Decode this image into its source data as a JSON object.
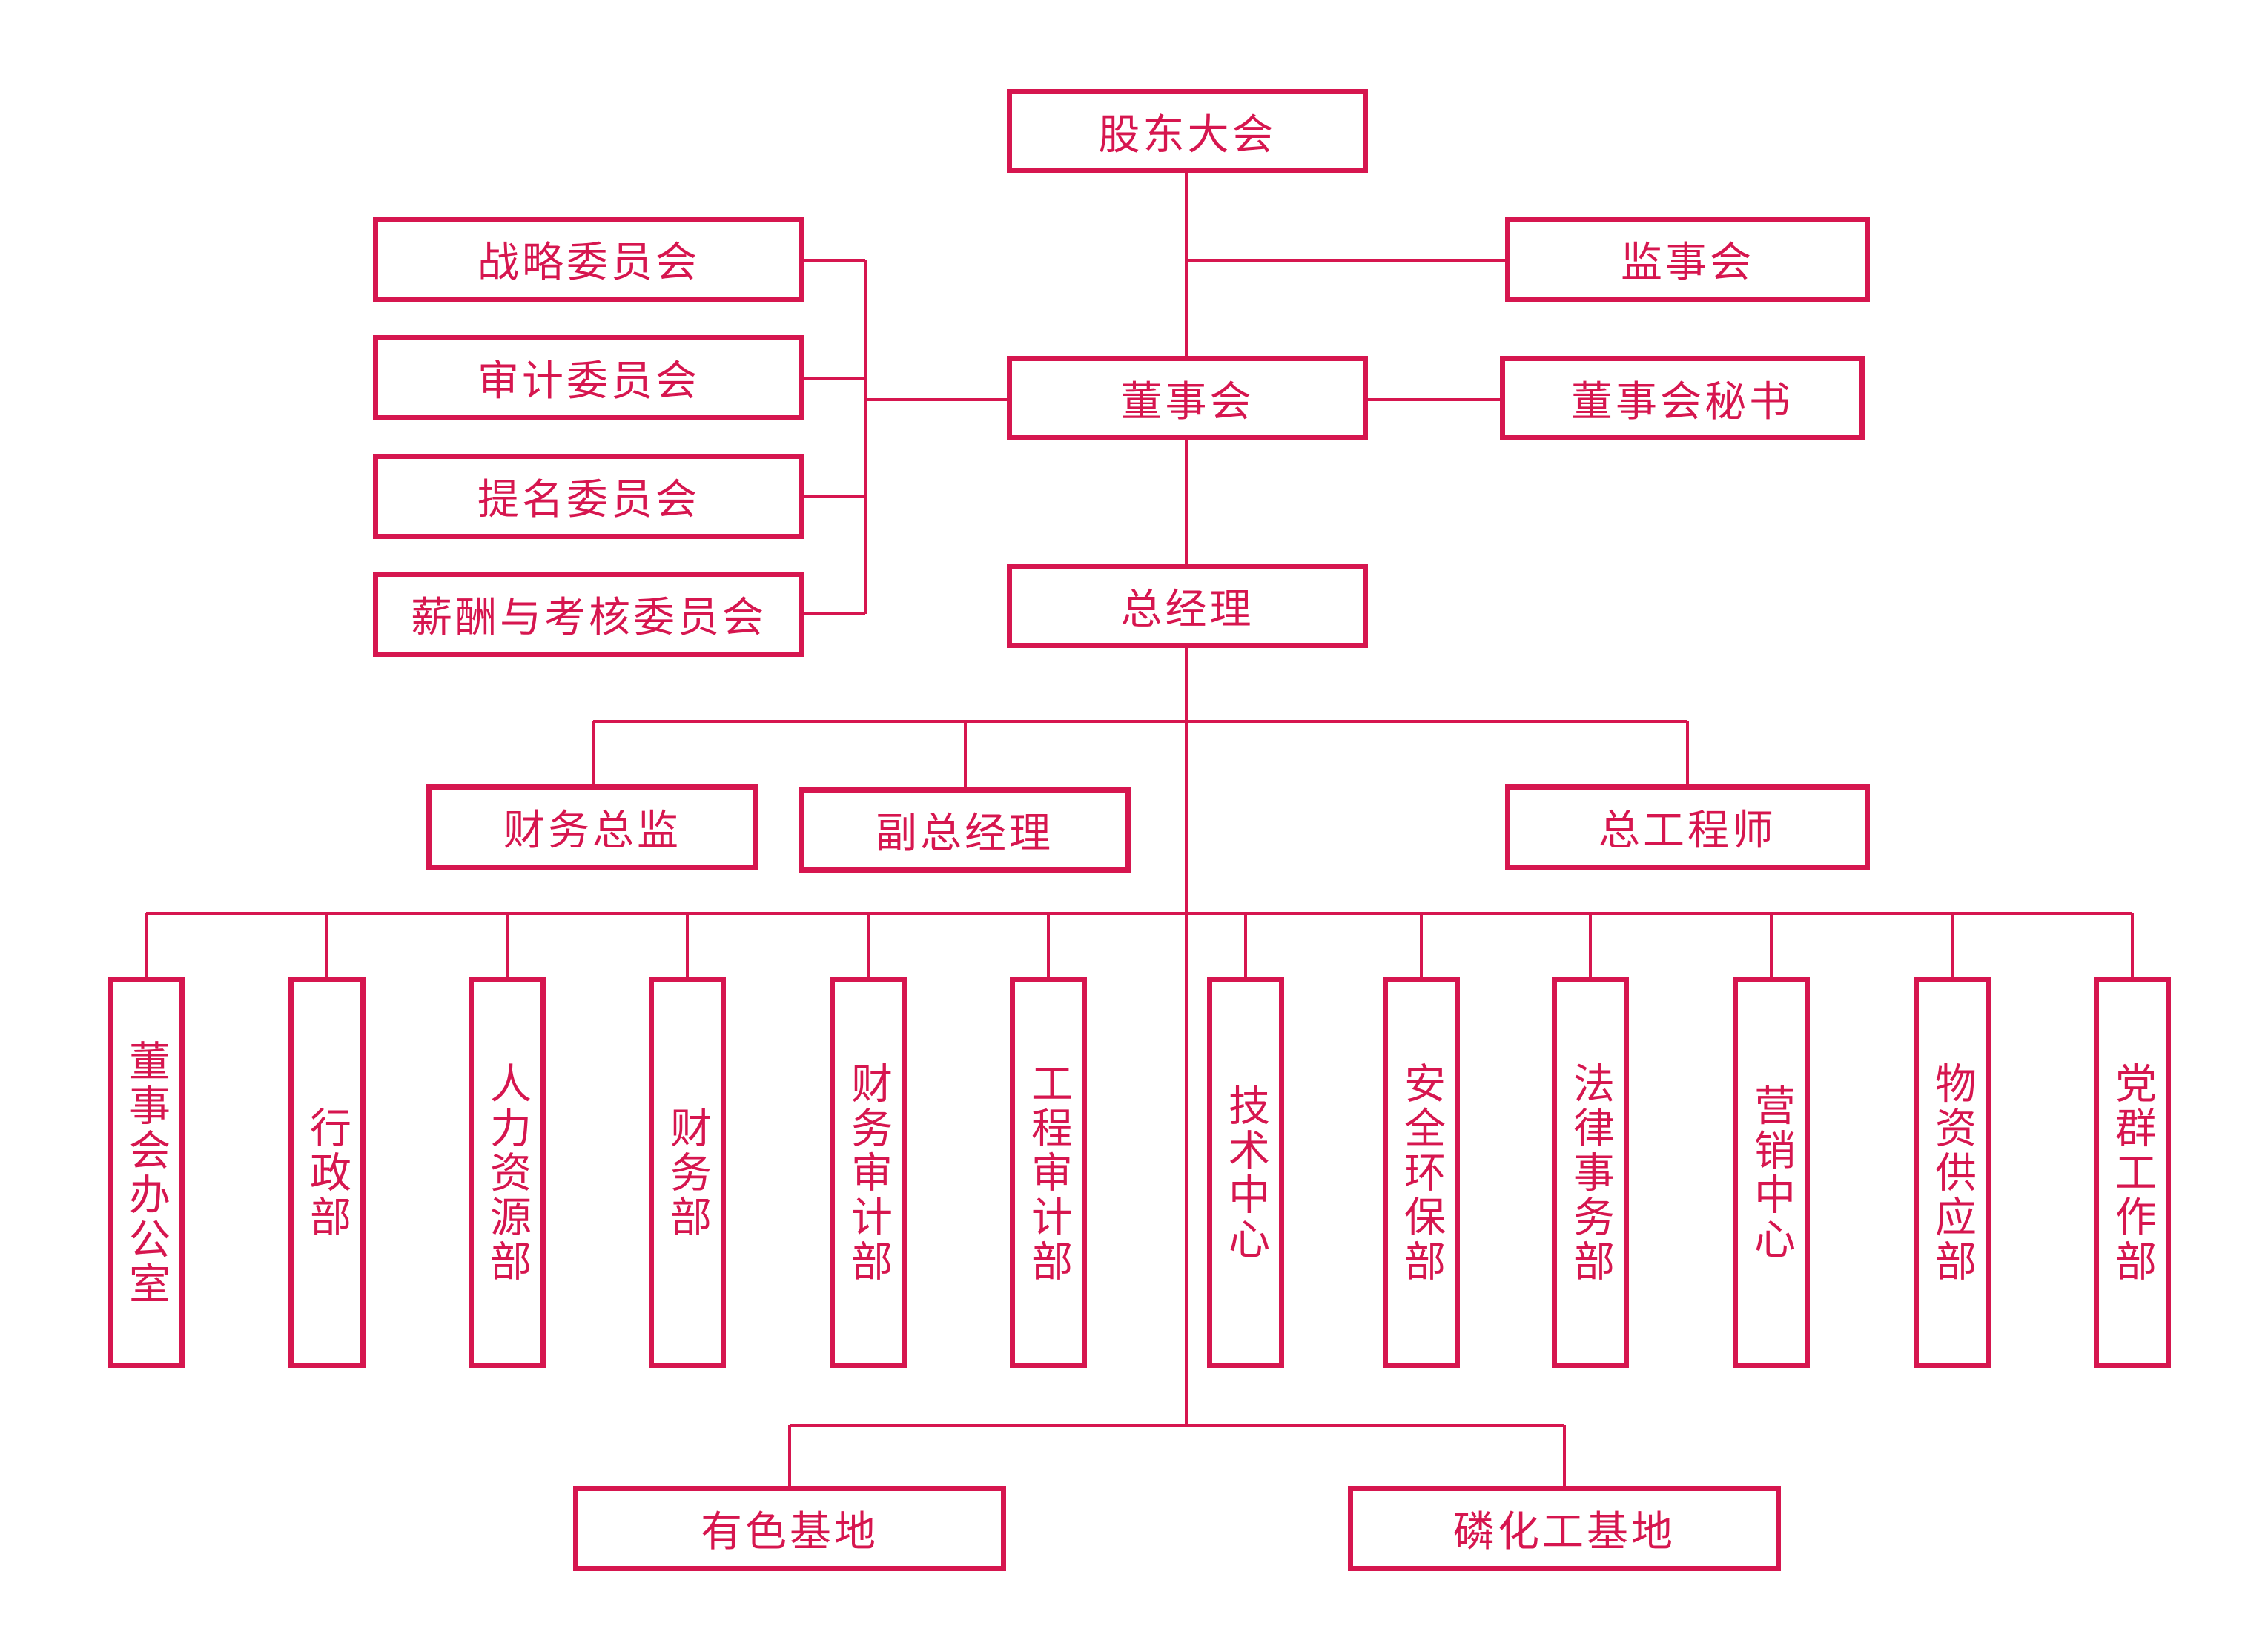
{
  "accent_color": "#D6164F",
  "top": {
    "shareholders": "股东大会",
    "supervisors": "监事会",
    "board": "董事会",
    "board_secretary": "董事会秘书",
    "general_manager": "总经理"
  },
  "committees": [
    {
      "label": "战略委员会"
    },
    {
      "label": "审计委员会"
    },
    {
      "label": "提名委员会"
    },
    {
      "label": "薪酬与考核委员会"
    }
  ],
  "executives": [
    {
      "label": "财务总监"
    },
    {
      "label": "副总经理"
    },
    {
      "label": "总工程师"
    }
  ],
  "departments": [
    {
      "label": "董事会办公室"
    },
    {
      "label": "行政部"
    },
    {
      "label": "人力资源部"
    },
    {
      "label": "财务部"
    },
    {
      "label": "财务审计部"
    },
    {
      "label": "工程审计部"
    },
    {
      "label": "技术中心"
    },
    {
      "label": "安全环保部"
    },
    {
      "label": "法律事务部"
    },
    {
      "label": "营销中心"
    },
    {
      "label": "物资供应部"
    },
    {
      "label": "党群工作部"
    }
  ],
  "bases": [
    {
      "label": "有色基地"
    },
    {
      "label": "磷化工基地"
    }
  ]
}
